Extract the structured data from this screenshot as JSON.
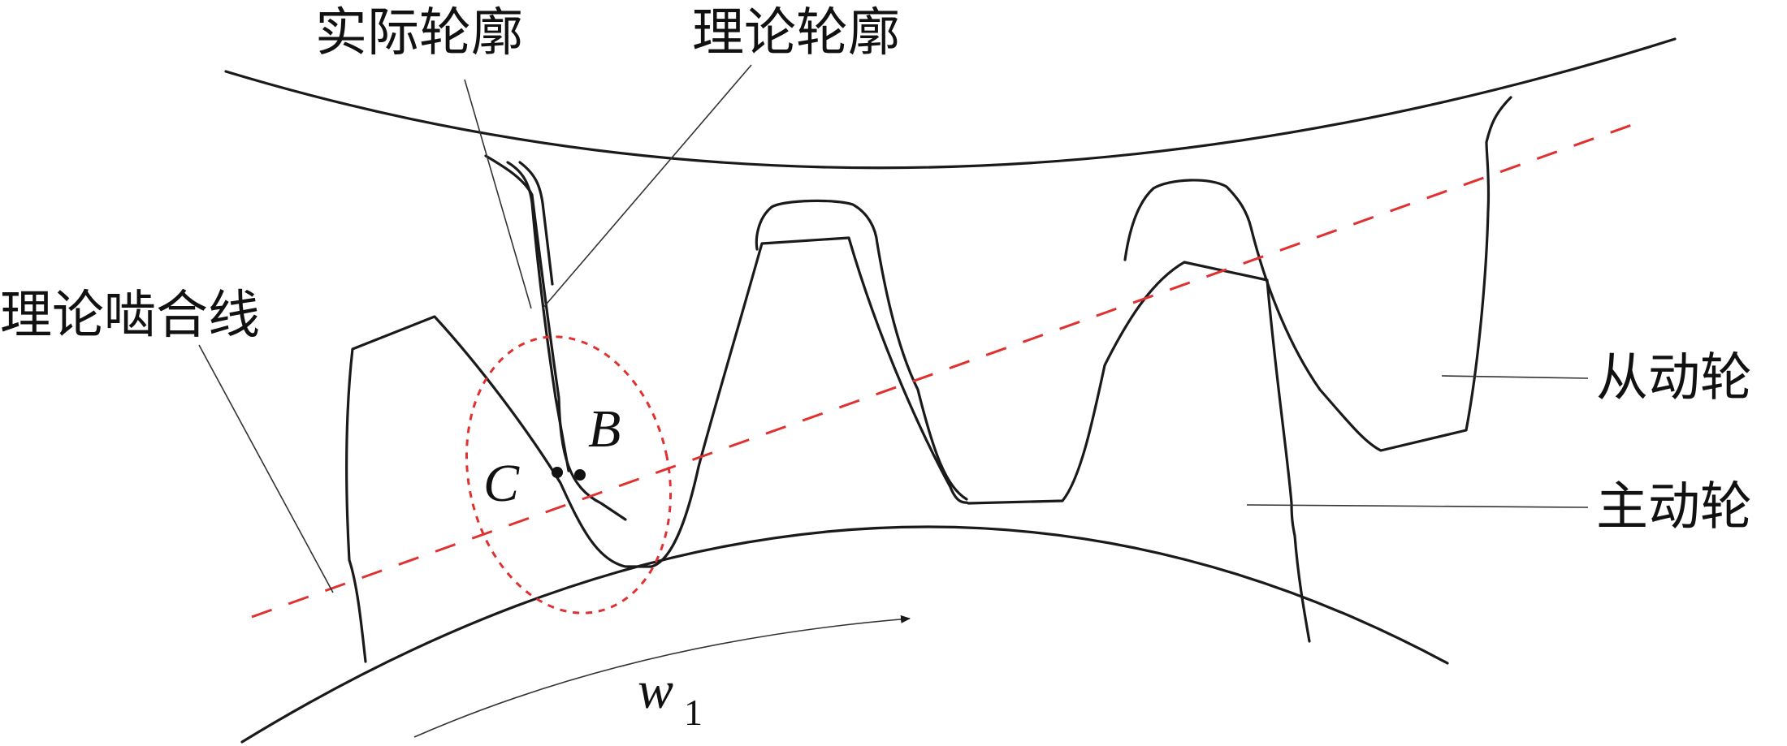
{
  "labels": {
    "actual_profile": "实际轮廓",
    "theoretical_profile": "理论轮廓",
    "theoretical_mesh_line": "理论啮合线",
    "driven_gear": "从动轮",
    "driving_gear": "主动轮"
  },
  "points": {
    "b": "B",
    "c": "C"
  },
  "angular_velocity": {
    "symbol": "w",
    "subscript": "1"
  },
  "colors": {
    "line": "#1a1a1a",
    "mesh_line": "#e03030",
    "highlight_circle": "#e03030"
  }
}
